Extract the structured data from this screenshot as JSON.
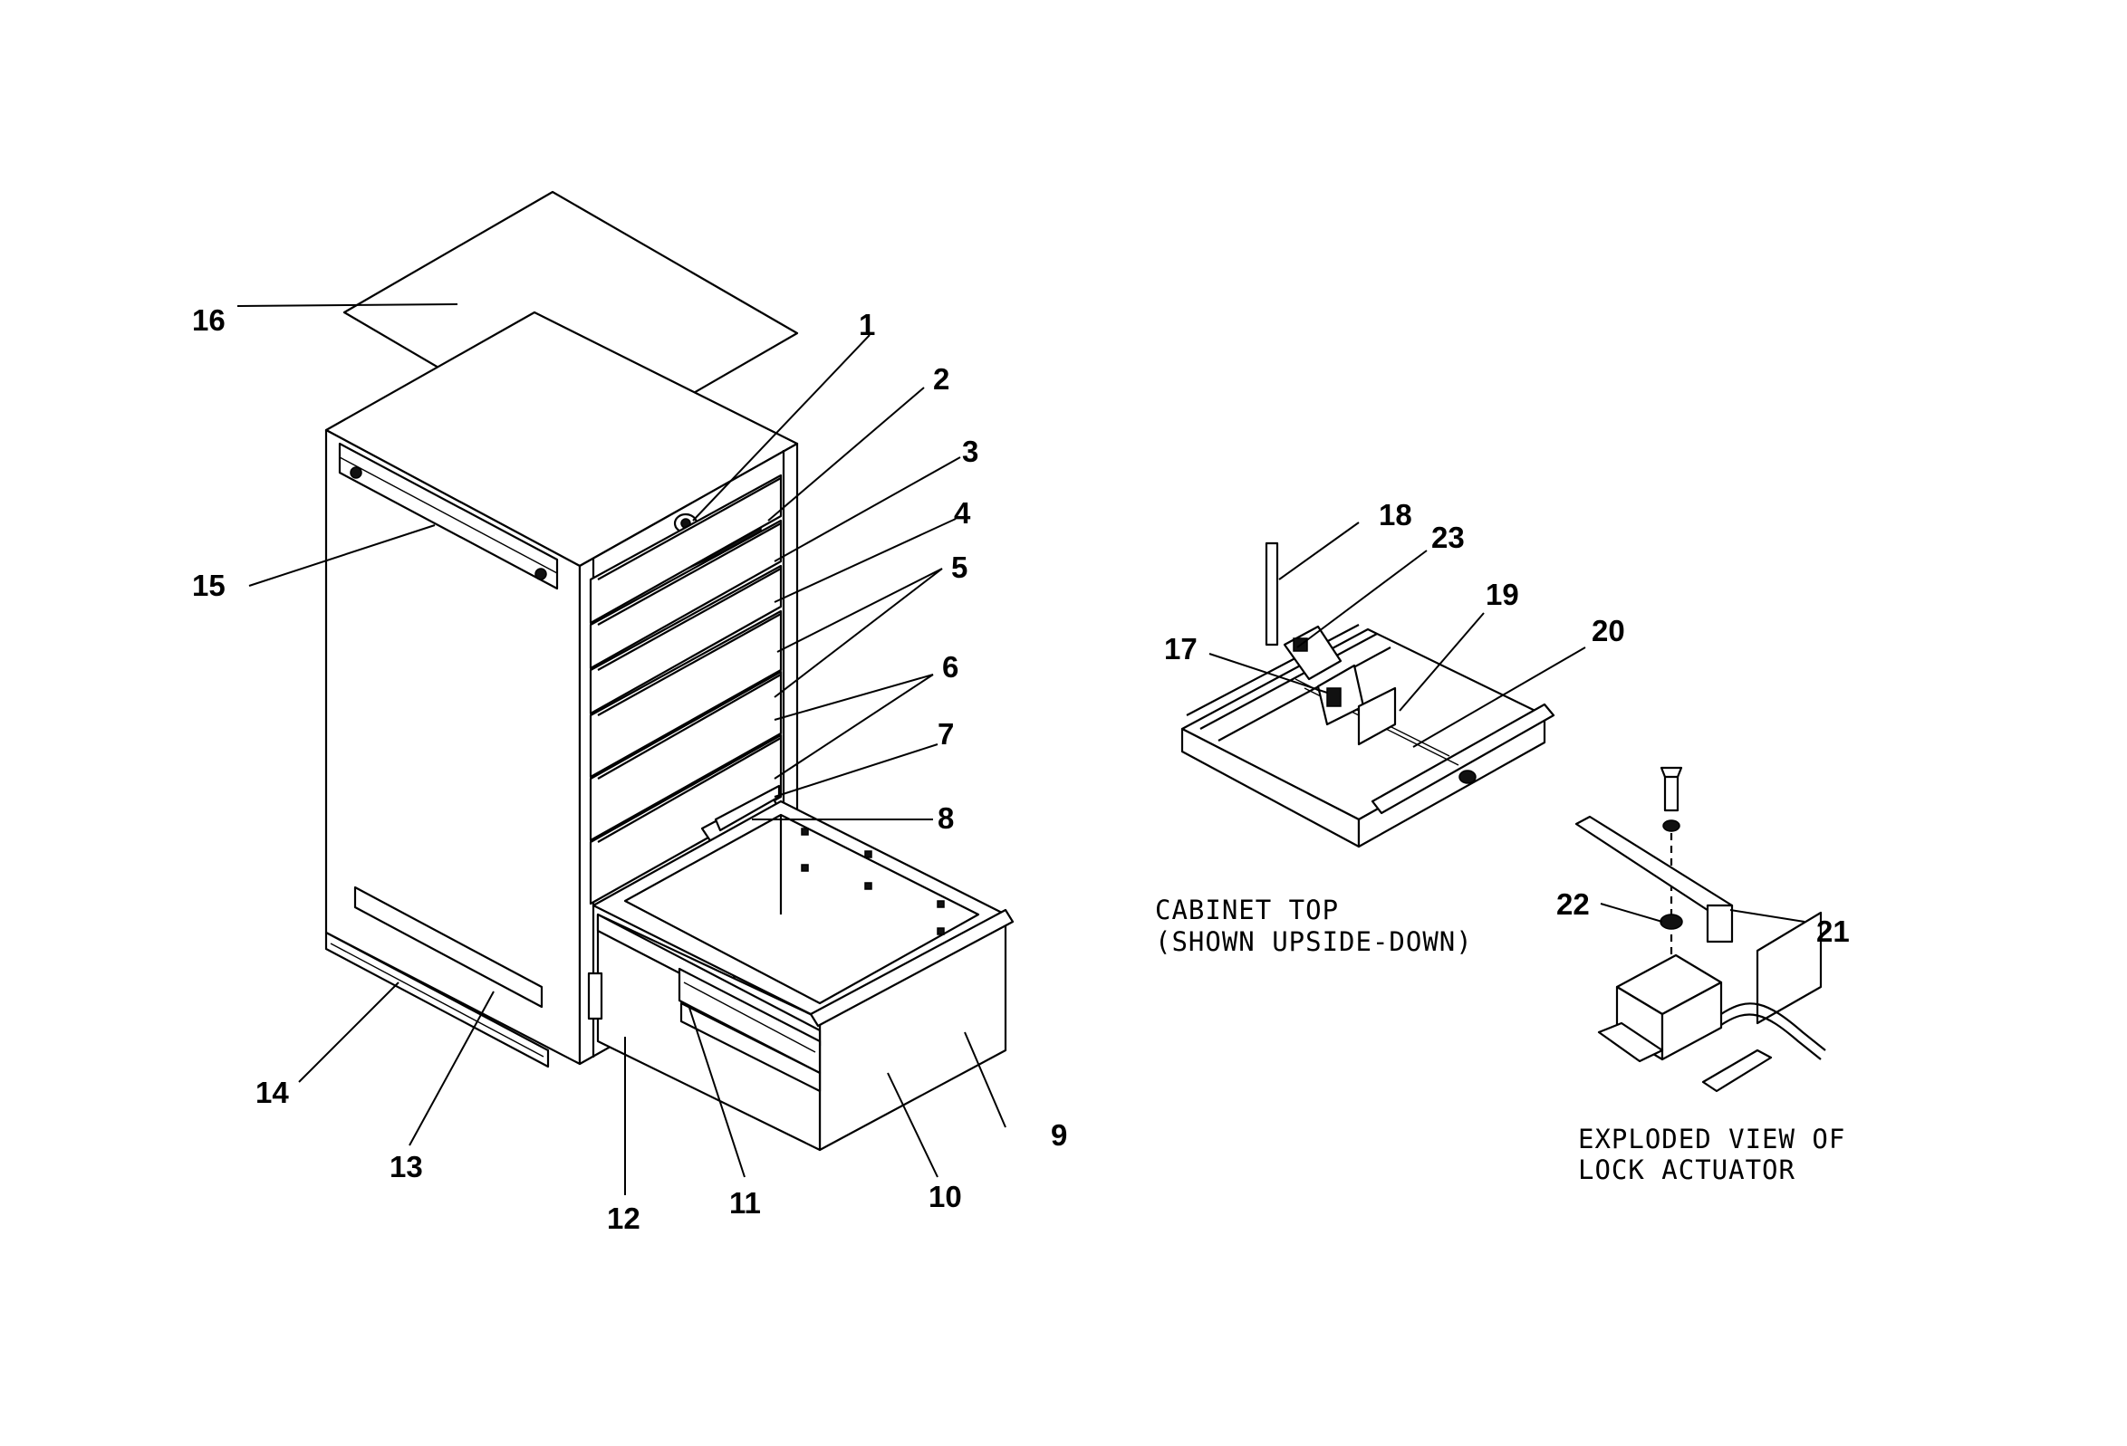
{
  "callouts": {
    "c1": "1",
    "c2": "2",
    "c3": "3",
    "c4": "4",
    "c5": "5",
    "c6": "6",
    "c7": "7",
    "c8": "8",
    "c9": "9",
    "c10": "10",
    "c11": "11",
    "c12": "12",
    "c13": "13",
    "c14": "14",
    "c15": "15",
    "c16": "16",
    "c17": "17",
    "c18": "18",
    "c19": "19",
    "c20": "20",
    "c21": "21",
    "c22": "22",
    "c23": "23"
  },
  "captions": {
    "cabinet_top_line1": "CABINET TOP",
    "cabinet_top_line2": "(SHOWN UPSIDE-DOWN)",
    "lock_actuator_line1": "EXPLODED VIEW OF",
    "lock_actuator_line2": "LOCK ACTUATOR"
  }
}
